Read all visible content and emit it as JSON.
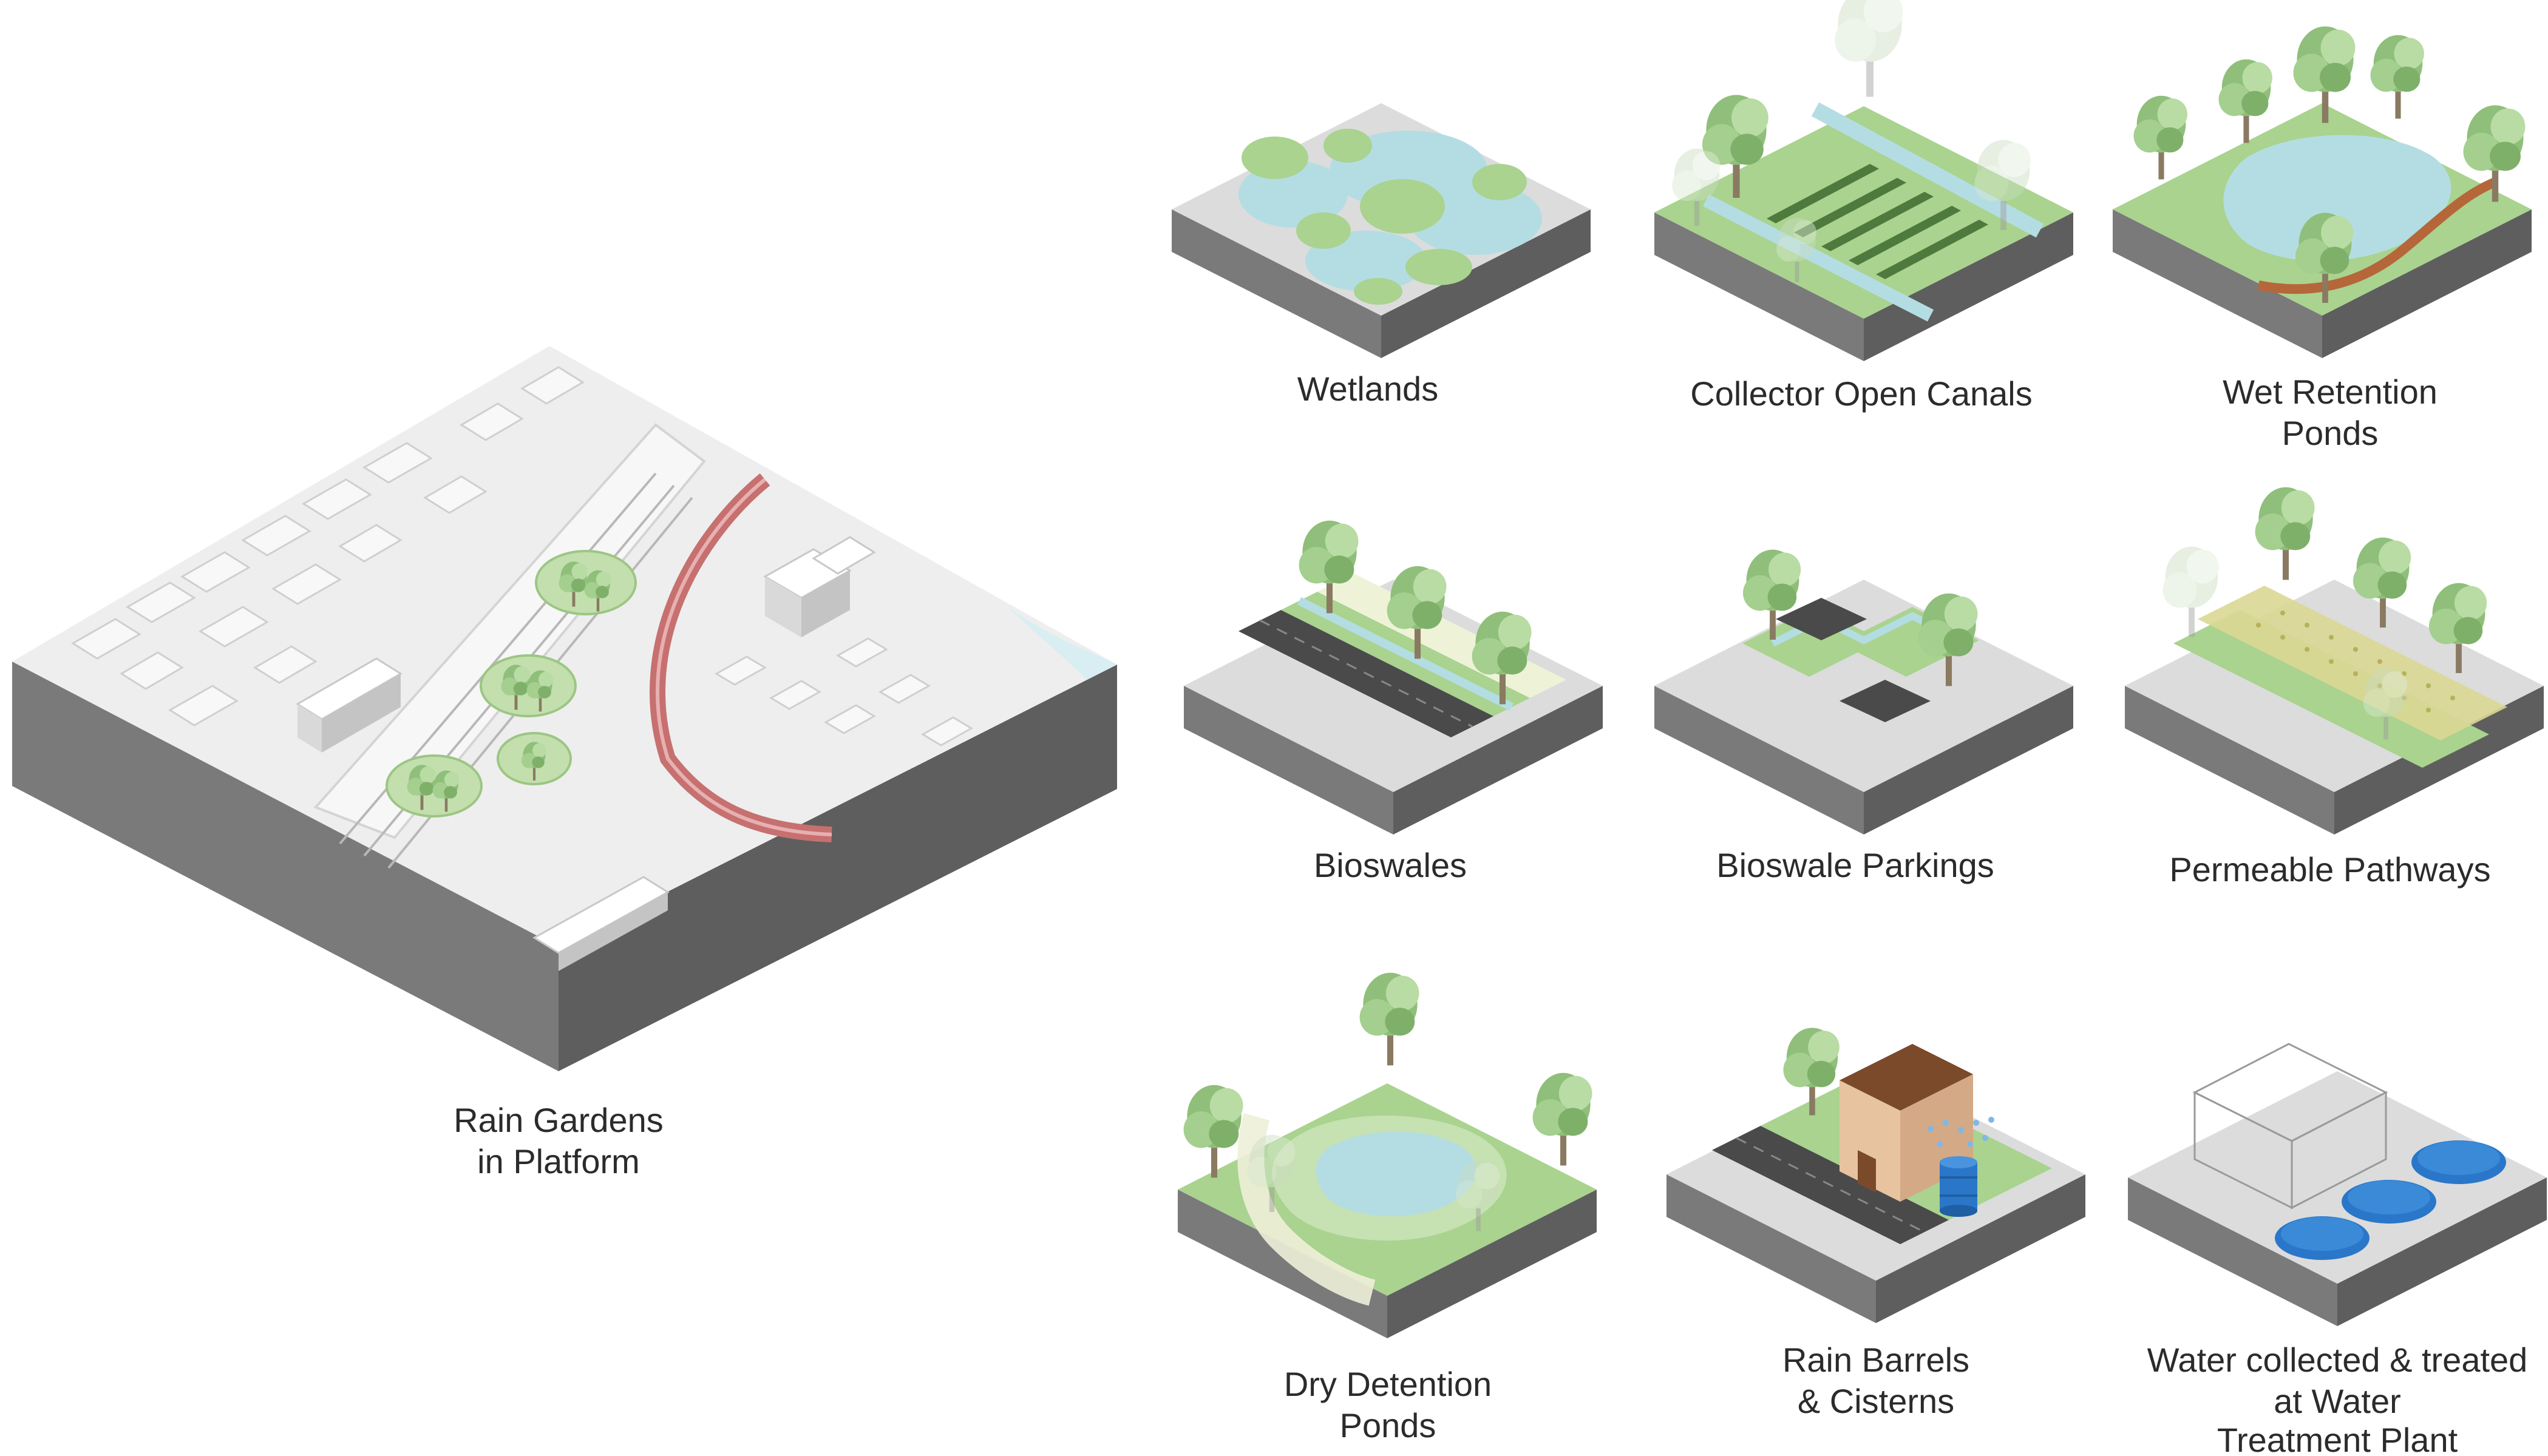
{
  "colors": {
    "background": "#ffffff",
    "slab_top_gray": "#dcdcdc",
    "slab_side_dark": "#5e5e5e",
    "slab_side_darker": "#4b4b4b",
    "grass": "#a9d38f",
    "grass_dark": "#8fc272",
    "water": "#b4dde3",
    "water_deep": "#2a77c9",
    "road": "#4a4a4a",
    "path_brown": "#b5673a",
    "red_viaduct": "#c77070",
    "tree": "#8fbf7a",
    "building": "#f4f4f4"
  },
  "labels": {
    "rain_gardens": [
      "Rain Gardens",
      "in Platform"
    ],
    "wetlands": [
      "Wetlands"
    ],
    "collector_canals": [
      "Collector Open Canals"
    ],
    "wet_retention": [
      "Wet Retention",
      "Ponds"
    ],
    "bioswales": [
      "Bioswales"
    ],
    "bioswale_parkings": [
      "Bioswale Parkings"
    ],
    "permeable_pathways": [
      "Permeable Pathways"
    ],
    "dry_detention": [
      "Dry Detention",
      "Ponds"
    ],
    "rain_barrels": [
      "Rain Barrels",
      "& Cisterns"
    ],
    "water_treatment": [
      "Water collected & treated",
      "at Water",
      "Treatment Plant"
    ]
  },
  "icons": {
    "tree": "tree-icon",
    "barrel": "rain-barrel-icon",
    "house": "house-icon",
    "tank": "treatment-tank-icon"
  }
}
